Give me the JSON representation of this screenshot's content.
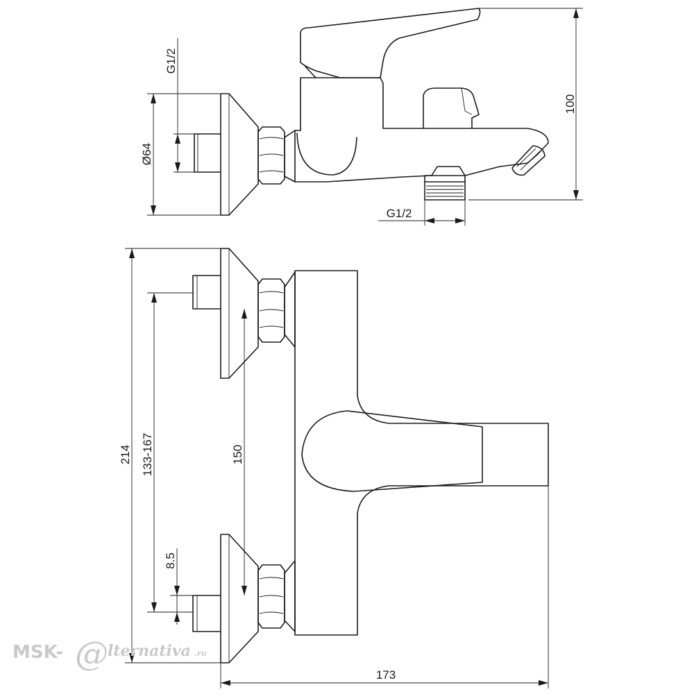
{
  "dimensions": {
    "side_height": "100",
    "inlet_thread": "G1/2",
    "outlet_thread": "G1/2",
    "flange_diameter": "Ø64",
    "total_height": "214",
    "center_range": "133-167",
    "center_distance": "150",
    "offset": "8.5",
    "depth": "173"
  },
  "watermark": {
    "prefix": "MSK-",
    "at": "@",
    "suffix": "lternativa",
    "tld": ".ru"
  },
  "colors": {
    "line": "#1a1a1a",
    "watermark": "#c9c9c9"
  }
}
